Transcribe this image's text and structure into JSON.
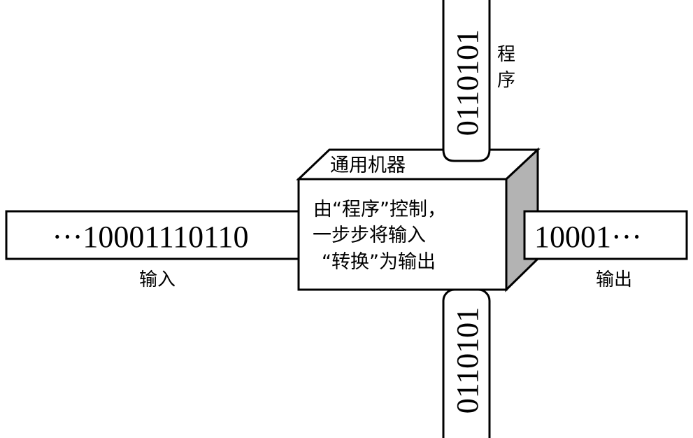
{
  "machine": {
    "title": "通用机器",
    "description_lines": [
      "由“程序”控制，",
      "一步步将输入",
      "“转换”为输出"
    ],
    "side_color": "#b3b3b3",
    "face_color": "#ffffff",
    "stroke_color": "#000000"
  },
  "program_tape": {
    "top_value": "0110101",
    "bottom_value": "0110101",
    "label_line1": "程",
    "label_line2": "序"
  },
  "input_tape": {
    "value": "···10001110110",
    "label": "输入"
  },
  "output_tape": {
    "value": "10001···",
    "label": "输出"
  }
}
